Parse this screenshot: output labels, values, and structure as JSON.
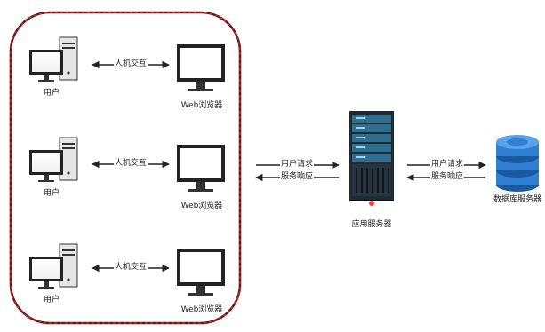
{
  "client_group": {
    "rows": [
      {
        "user_label": "用户",
        "interaction_label": "人机交互",
        "browser_label": "Web浏览器"
      },
      {
        "user_label": "用户",
        "interaction_label": "人机交互",
        "browser_label": "Web浏览器"
      },
      {
        "user_label": "用户",
        "interaction_label": "人机交互",
        "browser_label": "Web浏览器"
      }
    ]
  },
  "links": {
    "client_to_app": {
      "request_label": "用户请求",
      "response_label": "服务响应"
    },
    "app_to_db": {
      "request_label": "用户请求",
      "response_label": "服务响应"
    }
  },
  "app_server": {
    "label": "应用服务器"
  },
  "db_server": {
    "label": "数据库服务器"
  },
  "colors": {
    "group_border": "#7a1a1a",
    "group_dash": "#cc2222",
    "server_body": "#1f2a33",
    "server_panel": "#2e6e8e",
    "db_blue": "#2f7fd4",
    "db_dark": "#1b5aa0"
  }
}
